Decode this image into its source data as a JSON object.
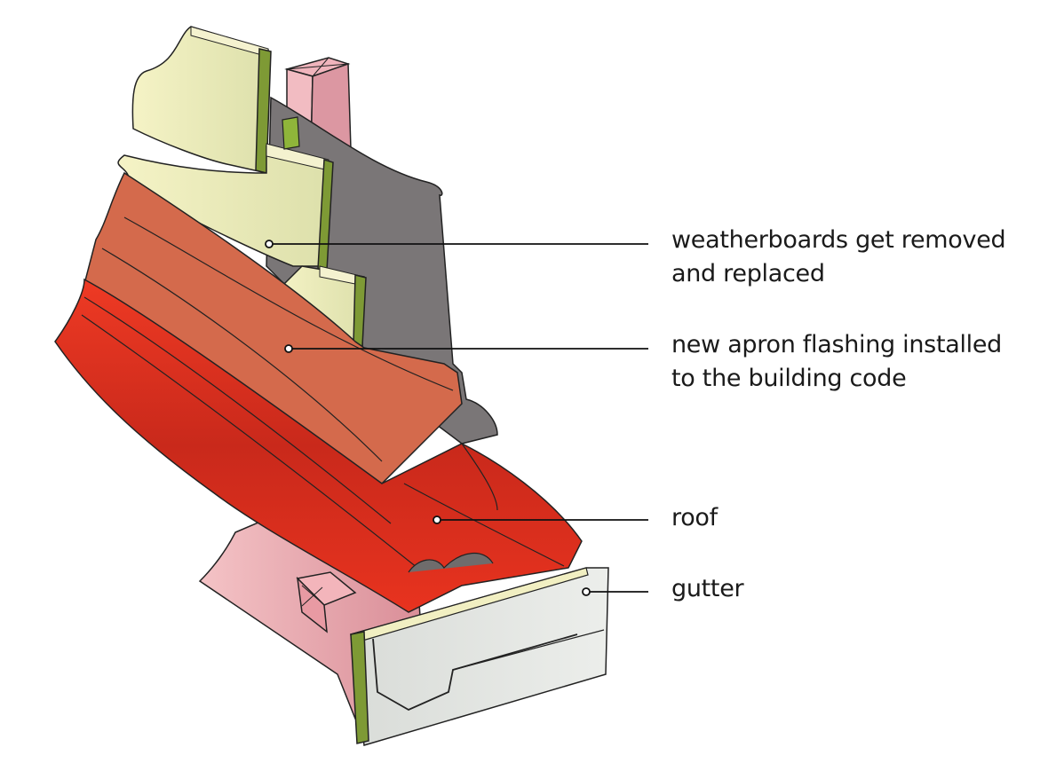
{
  "diagram": {
    "title": "Apron flashing and weatherboard replacement detail",
    "labels": [
      {
        "id": "weatherboards",
        "lines": [
          "weatherboards get removed",
          "and replaced"
        ]
      },
      {
        "id": "apron",
        "lines": [
          "new apron flashing installed",
          "to the building code"
        ]
      },
      {
        "id": "roof",
        "lines": [
          "roof"
        ]
      },
      {
        "id": "gutter",
        "lines": [
          "gutter"
        ]
      }
    ],
    "colors": {
      "weatherboard": "#ecebbb",
      "weatherboard_edge": "#7e9a35",
      "building_wrap": "#7a7677",
      "apron_flashing": "#d46a4c",
      "roof": "#e0321f",
      "roof_dark": "#b8251a",
      "fascia": "#f0a8ae",
      "gutter": "#e2e4e1",
      "leader_line": "#111111"
    }
  }
}
